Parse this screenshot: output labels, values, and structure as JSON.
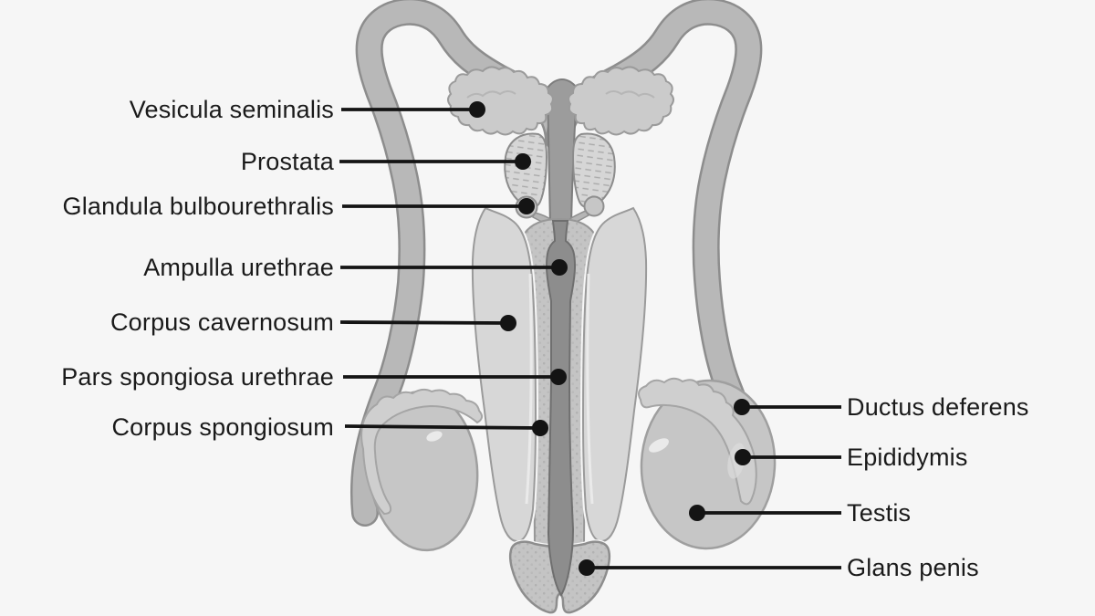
{
  "diagram": {
    "subject": "male-reproductive-system-anterior-view"
  },
  "labels": {
    "left": [
      {
        "text": "Vesicula seminalis"
      },
      {
        "text": "Prostata"
      },
      {
        "text": "Glandula bulbourethralis"
      },
      {
        "text": "Ampulla urethrae"
      },
      {
        "text": "Corpus cavernosum"
      },
      {
        "text": "Pars spongiosa urethrae"
      },
      {
        "text": "Corpus spongiosum"
      }
    ],
    "right": [
      {
        "text": "Ductus deferens"
      },
      {
        "text": "Epididymis"
      },
      {
        "text": "Testis"
      },
      {
        "text": "Glans penis"
      }
    ]
  },
  "palette": {
    "background": "#f6f6f6",
    "ink": "#141414",
    "label_text": "#1a1a1a",
    "tube_fill": "#b8b8b8",
    "tube_outline": "#8d8d8d",
    "central_duct": "#9c9c9c",
    "vesicle_fill": "#cbcbcb",
    "gland_fill": "#c6c6c6",
    "cavernosum_fill": "#d7d7d7",
    "urethra_fill": "#8d8d8d",
    "testis_fill": "#c6c6c6",
    "epididymis_fill": "#cfcfcf"
  }
}
